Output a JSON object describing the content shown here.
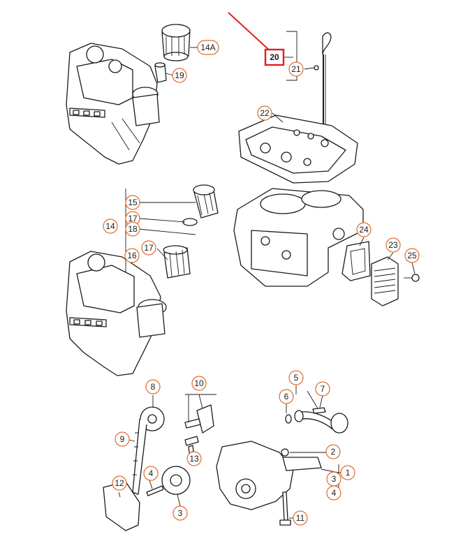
{
  "colors": {
    "callout_stroke": "#e06a2a",
    "highlight": "#e0201c",
    "line": "#1a1a1a"
  },
  "callouts": [
    {
      "id": "c-14A",
      "label": "14A"
    },
    {
      "id": "c-19",
      "label": "19"
    },
    {
      "id": "c-20",
      "label": "20",
      "highlighted": true
    },
    {
      "id": "c-21",
      "label": "21"
    },
    {
      "id": "c-22",
      "label": "22"
    },
    {
      "id": "c-15",
      "label": "15"
    },
    {
      "id": "c-17a",
      "label": "17"
    },
    {
      "id": "c-14",
      "label": "14"
    },
    {
      "id": "c-18",
      "label": "18"
    },
    {
      "id": "c-16",
      "label": "16"
    },
    {
      "id": "c-17b",
      "label": "17"
    },
    {
      "id": "c-24",
      "label": "24"
    },
    {
      "id": "c-23",
      "label": "23"
    },
    {
      "id": "c-25",
      "label": "25"
    },
    {
      "id": "c-8",
      "label": "8"
    },
    {
      "id": "c-10",
      "label": "10"
    },
    {
      "id": "c-5",
      "label": "5"
    },
    {
      "id": "c-6",
      "label": "6"
    },
    {
      "id": "c-7",
      "label": "7"
    },
    {
      "id": "c-9",
      "label": "9"
    },
    {
      "id": "c-13",
      "label": "13"
    },
    {
      "id": "c-2",
      "label": "2"
    },
    {
      "id": "c-1",
      "label": "1"
    },
    {
      "id": "c-3b",
      "label": "3"
    },
    {
      "id": "c-4b",
      "label": "4"
    },
    {
      "id": "c-12",
      "label": "12"
    },
    {
      "id": "c-4a",
      "label": "4"
    },
    {
      "id": "c-3a",
      "label": "3"
    },
    {
      "id": "c-11",
      "label": "11"
    }
  ]
}
